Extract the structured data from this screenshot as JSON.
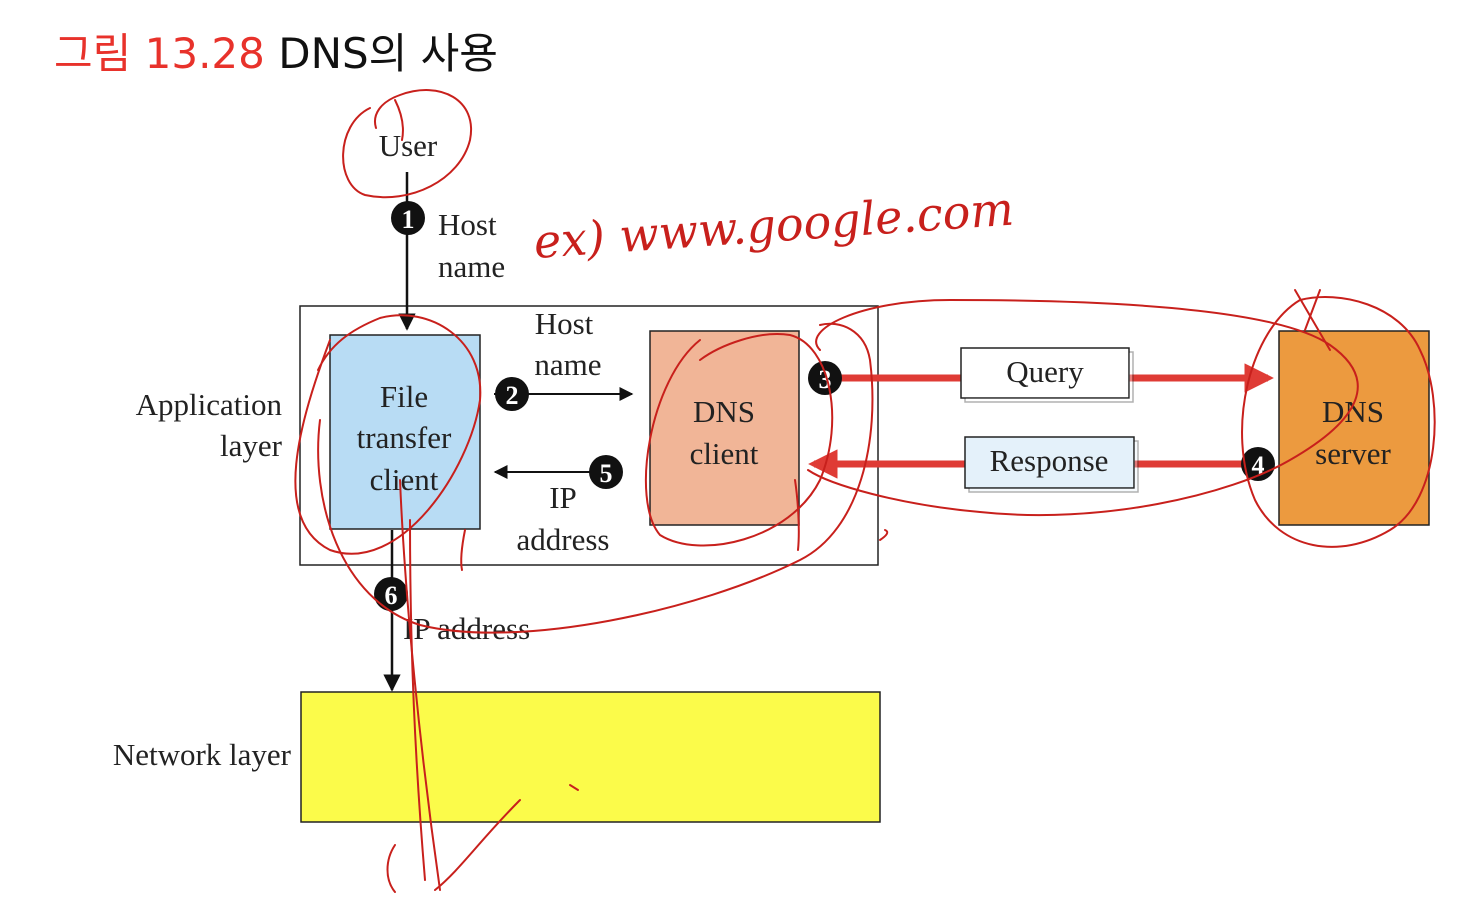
{
  "figure": {
    "title_prefix": "그림 13.28",
    "title_rest": " DNS의 사용"
  },
  "diagram": {
    "user": "User",
    "host_label_1": "Host",
    "host_label_2": "name",
    "app_layer_1": "Application",
    "app_layer_2": "layer",
    "ftc_1": "File",
    "ftc_2": "transfer",
    "ftc_3": "client",
    "dns_client_1": "DNS",
    "dns_client_2": "client",
    "dns_server_1": "DNS",
    "dns_server_2": "server",
    "query": "Query",
    "response": "Response",
    "ip_label_1": "IP",
    "ip_label_2": "address",
    "ip_address": "IP address",
    "network_layer": "Network layer",
    "steps": [
      "1",
      "2",
      "3",
      "4",
      "5",
      "6"
    ],
    "colors": {
      "ftc_fill": "#b8dcf4",
      "dns_client_fill": "#f1b597",
      "dns_server_fill": "#ec9a3f",
      "network_fill": "#fbfb4a",
      "query_fill": "#ffffff",
      "response_fill": "#e4f1fa",
      "arrow_red": "#df3b35",
      "ink_red": "#c8201c"
    }
  },
  "annotation": {
    "handwriting": "ex) www.google.com"
  }
}
